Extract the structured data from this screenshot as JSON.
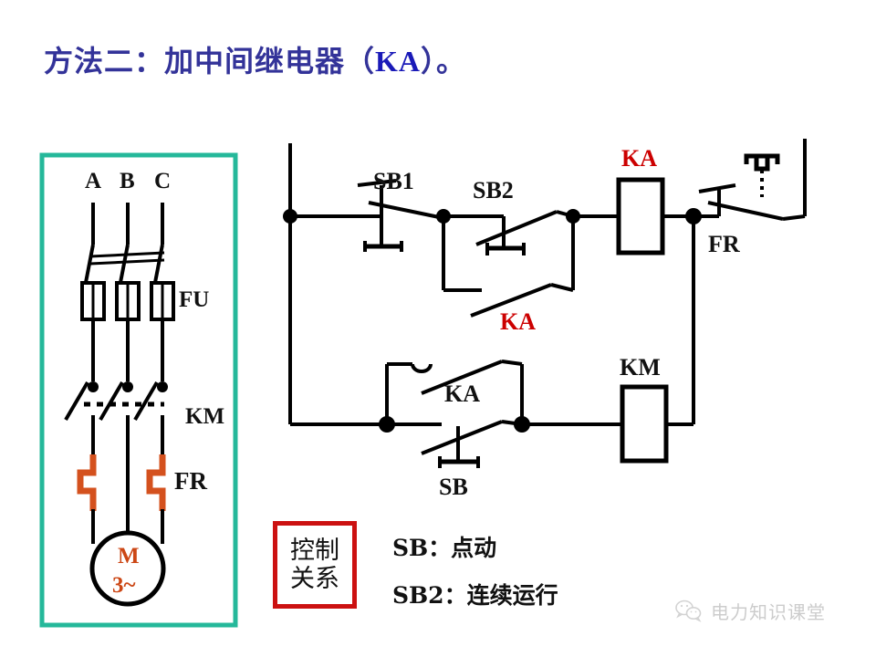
{
  "title": {
    "prefix": "方法二：加中间继电器（",
    "highlight": "KA",
    "suffix": "）。",
    "color": "#333399",
    "highlight_color": "#1a1ab8"
  },
  "power_panel": {
    "border_color": "#25b89a",
    "phase_labels": [
      "A",
      "B",
      "C"
    ],
    "fuse_label": "FU",
    "contactor_label": "KM",
    "overload_label": "FR",
    "overload_color": "#d4511e",
    "motor": {
      "line1": "M",
      "line2": "3~",
      "color": "#cc4715"
    }
  },
  "control_circuit": {
    "stop_button": "SB1",
    "start_button": "SB2",
    "relay_contact_upper": "KA",
    "relay_contact_lower": "KA",
    "relay_coil": "KA",
    "relay_coil_color": "#cc0000",
    "overload_contact": "FR",
    "jog_button": "SB",
    "contactor_coil": "KM"
  },
  "legend": {
    "box_title_line1": "控制",
    "box_title_line2": "关系",
    "box_color": "#cc1111",
    "items": [
      "SB：点动",
      "SB2：连续运行"
    ]
  },
  "watermark": {
    "icon": "wechat-icon",
    "text": "电力知识课堂"
  }
}
